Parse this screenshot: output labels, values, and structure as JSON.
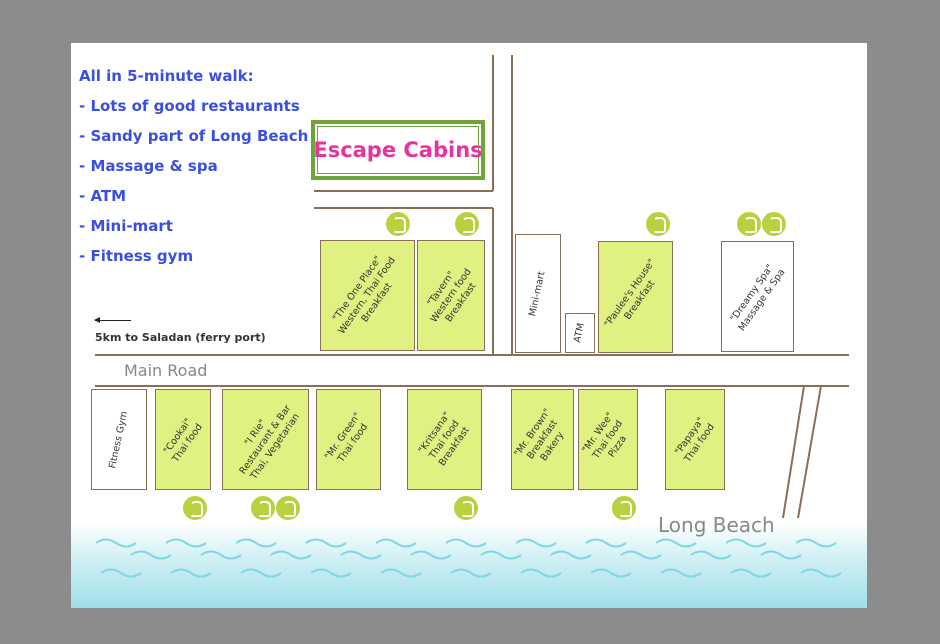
{
  "info": {
    "heading": "All in 5-minute walk:",
    "items": [
      "- Lots of good restaurants",
      "- Sandy part of Long Beach",
      "- Massage & spa",
      "- ATM",
      "- Mini-mart",
      "- Fitness gym"
    ]
  },
  "ferry_label": "5km to Saladan (ferry port)",
  "road_label": "Main Road",
  "beach_label": "Long Beach",
  "escape_label": "Escape Cabins",
  "buildings": {
    "one_place": "\"The One Place\"\nWestern, Thai Food\nBreakfast",
    "tavern": "\"Tavern\"\nWestern food\nBreakfast",
    "minimart": "Mini-mart",
    "atm": "ATM",
    "paulees": "\"Paulee's House\"\nBreakfast",
    "dreamy": "\"Dreamy Spa\"\nMassage & Spa",
    "fitness": "Fitness Gym",
    "cookai": "\"Cookai\"\nThai food",
    "irie": "\"I Rie\"\nRestaurant & Bar\nThai, Vegetarian",
    "mrgreen": "\"Mr. Green\"\nThai food",
    "kritsana": "\"Kritsana\"\nThai food\nBreakfast",
    "mrbrown": "\"Mr. Brown\"\nBreakfast\nBakery",
    "mrwee": "\"Mr. Wee\"\nThai food\nPizza",
    "papaya": "\"Papaya\"\nThai food"
  },
  "colors": {
    "background": "#8c8c8c",
    "info_text": "#3a4fe0",
    "escape_text": "#e6339e",
    "escape_border": "#6ea53a",
    "restaurant_fill": "#e0f081",
    "road": "#8a6e55",
    "recommend_icon": "#b7d13f",
    "water": "#9fdfe9"
  },
  "icons": [
    "recommend-thumbs-up-icon",
    "left-arrow-icon",
    "wave-icon"
  ]
}
